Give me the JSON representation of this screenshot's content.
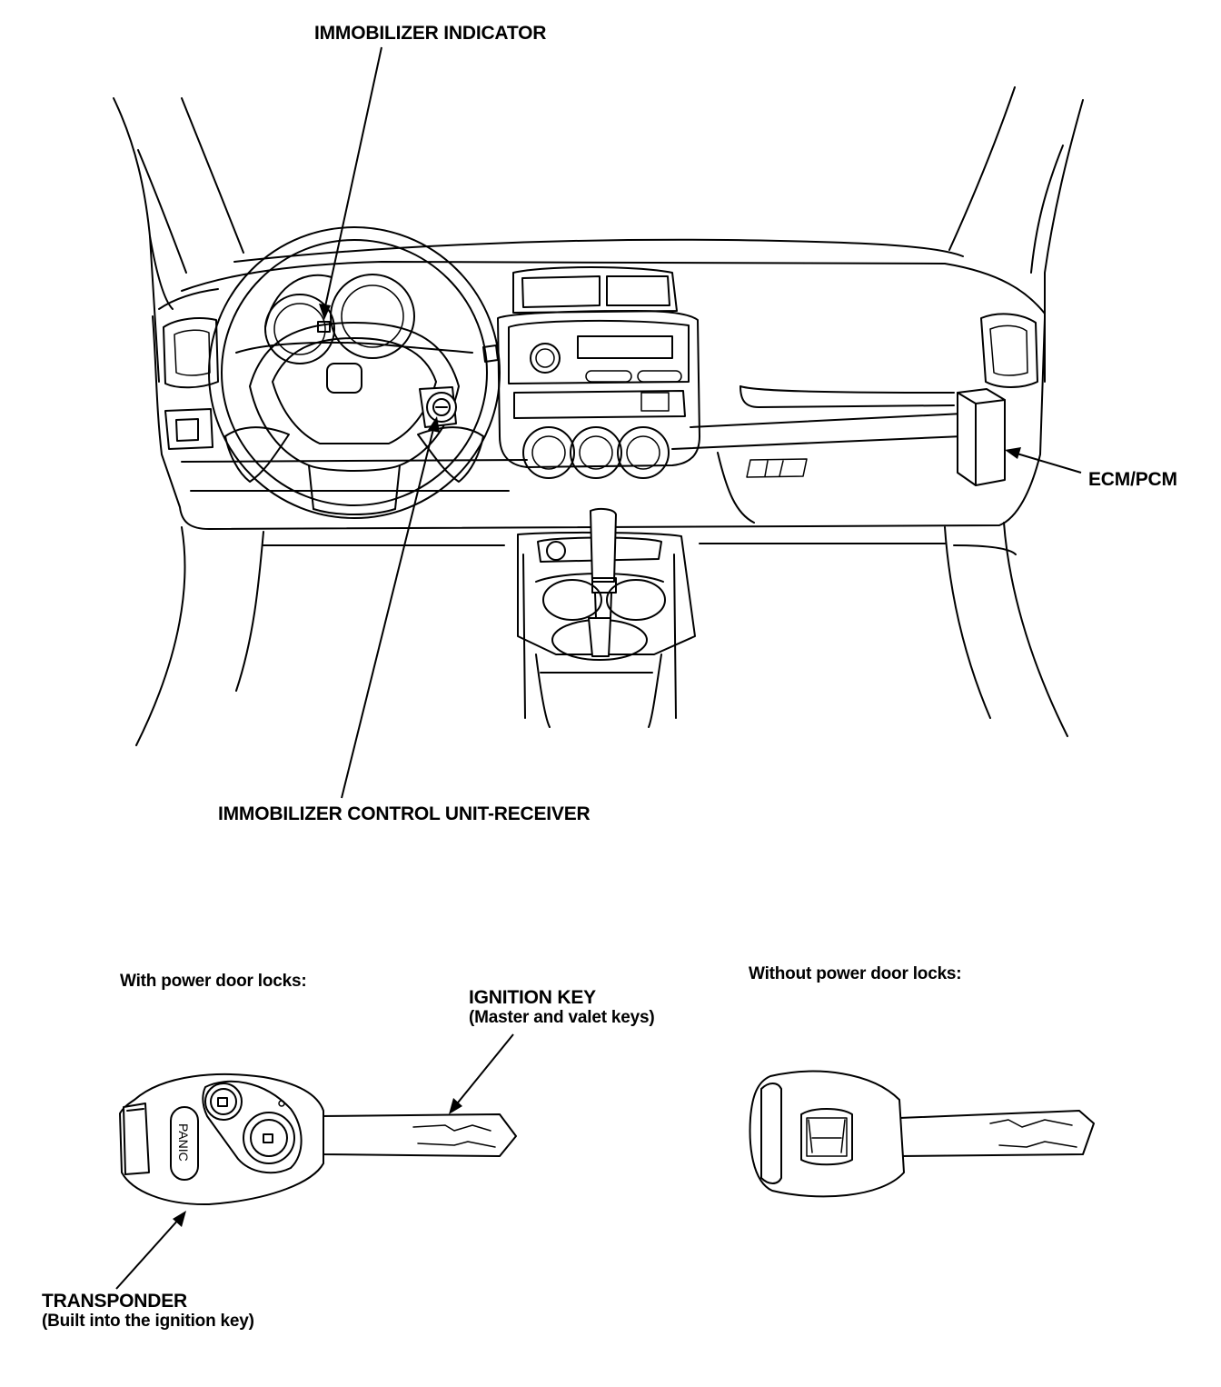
{
  "labels": {
    "immobilizer_indicator": "IMMOBILIZER INDICATOR",
    "ecm_pcm": "ECM/PCM",
    "control_unit": "IMMOBILIZER CONTROL UNIT-RECEIVER",
    "with_power_locks": "With power door locks:",
    "without_power_locks": "Without power door locks:",
    "ignition_key": "IGNITION KEY",
    "ignition_key_sub": "(Master and valet keys)",
    "transponder": "TRANSPONDER",
    "transponder_sub": "(Built into the ignition key)",
    "panic": "PANIC"
  },
  "colors": {
    "ink": "#000000",
    "paper": "#ffffff"
  }
}
